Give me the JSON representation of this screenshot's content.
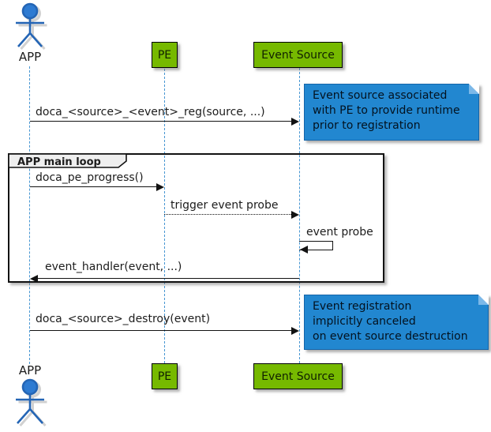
{
  "participants": {
    "actor_top": "APP",
    "actor_bottom": "APP",
    "pe_top": "PE",
    "pe_bottom": "PE",
    "es_top": "Event Source",
    "es_bottom": "Event Source"
  },
  "group": {
    "label": "APP main loop"
  },
  "messages": {
    "reg": "doca_<source>_<event>_reg(source, ...)",
    "progress": "doca_pe_progress()",
    "trigger": "trigger event probe",
    "probe": "event probe",
    "handler": "event_handler(event, ...)",
    "destroy": "doca_<source>_destroy(event)"
  },
  "notes": {
    "first": [
      "Event source associated",
      "with PE to provide runtime",
      "prior to registration"
    ],
    "second": [
      "Event registration",
      "implicitly canceled",
      "on event source destruction"
    ]
  },
  "colors": {
    "participant_fill": "#76B900",
    "note_fill": "#2287D0",
    "note_border": "#1565A9",
    "lifeline": "#4796D2",
    "actor_blue": "#2E7BD2"
  }
}
